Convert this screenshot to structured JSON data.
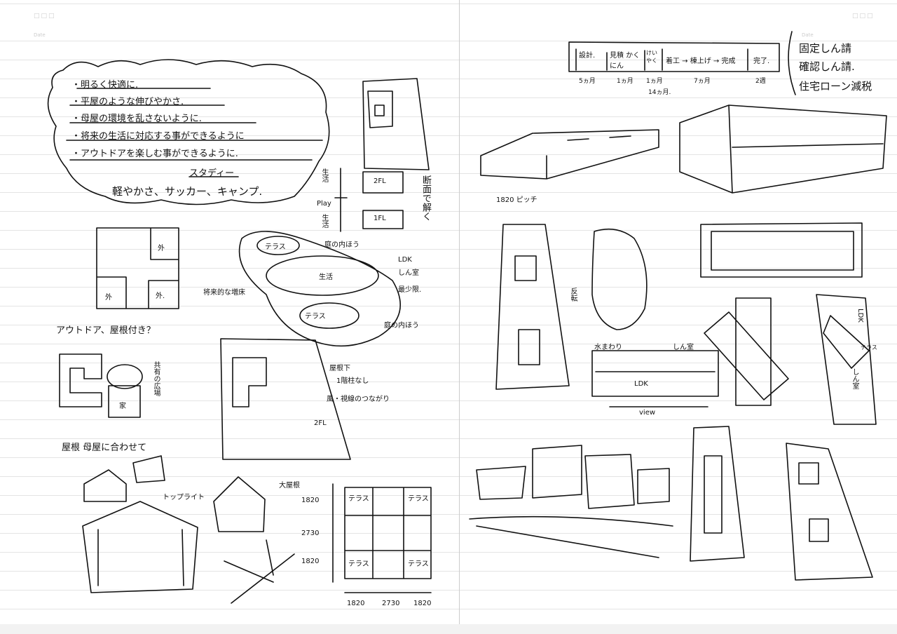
{
  "left_page": {
    "header_marks": "□□□",
    "date_label": "Date",
    "cloud_bullets": [
      "・明るく快適に.",
      "・平屋のような伸びやかさ.",
      "・母屋の環境を乱さないように.",
      "・将来の生活に対応する事ができるように",
      "・アウトドアを楽しむ事ができるように."
    ],
    "study_title": "スタディー",
    "study_text": "軽やかさ、サッカー、キャンプ.",
    "section": {
      "labels": [
        "生活",
        "Play",
        "生活"
      ],
      "floor2": "2FL",
      "floor1": "1FL",
      "note": "断面で解く"
    },
    "plan_outside": [
      "外",
      "外",
      "外."
    ],
    "zoning": {
      "terrace_top": "テラス",
      "garden_top": "庭の内ほう",
      "ldk": "LDK",
      "bedroom": "しん室",
      "minimum": "最少限.",
      "living": "生活",
      "future": "将来的な増床",
      "terrace_bottom": "テラス",
      "garden_bottom": "庭の内ほう"
    },
    "outdoor_note": "アウトドア、屋根付き？",
    "common": {
      "label": "共有の広場",
      "house": "家"
    },
    "roof_note": "屋根  母屋に合わせて",
    "roof_under": [
      "屋根下",
      "1階柱なし",
      "風・視線のつながり"
    ],
    "floor_2fl": "2FL",
    "toplight": "トップライト",
    "big_roof": "大屋根",
    "grid_dims_v": [
      "1820",
      "2730",
      "1820"
    ],
    "grid_dims_h": [
      "1820",
      "2730",
      "1820"
    ],
    "grid_terraces": [
      "テラス",
      "テラス",
      "テラス",
      "テラス"
    ]
  },
  "right_page": {
    "header_marks": "□□□",
    "date_label": "Date",
    "timeline": {
      "steps": [
        "設計.",
        "見積 かくにん",
        "けいやく",
        "着工 → 棟上げ → 完成",
        "完了."
      ],
      "durations": [
        "5ヵ月",
        "1ヵ月",
        "1ヵ月",
        "7ヵ月",
        "2週"
      ],
      "total": "14ヵ月."
    },
    "procedures": [
      "固定しん請",
      "確認しん請.",
      "住宅ローン減税"
    ],
    "pitch": "1820 ピッチ",
    "flip": "反転",
    "section_labels": {
      "water": "水まわり",
      "bedroom": "しん室",
      "ldk": "LDK",
      "view": "view"
    },
    "plan_labels": {
      "ldk": "LDK",
      "terrace": "テラス",
      "bedroom": "しん室"
    }
  }
}
